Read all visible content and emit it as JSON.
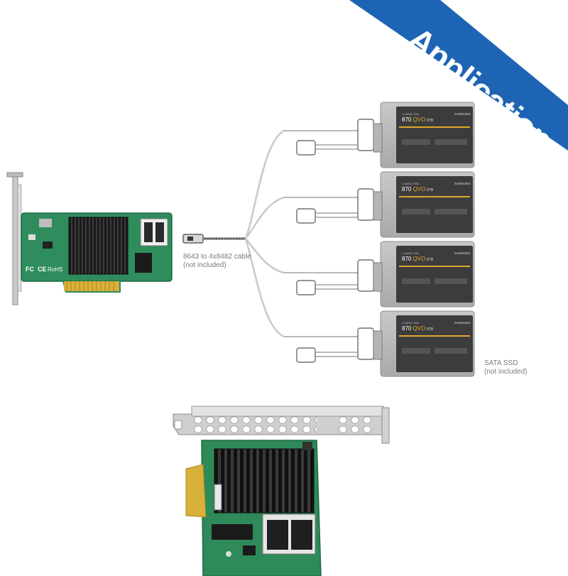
{
  "banner": {
    "label": "Application",
    "color": "#1e64b4"
  },
  "cable_caption": {
    "line1": "8643 to 4x8482 cable",
    "line2": "(not included)"
  },
  "ssd_caption": {
    "line1": "SATA SSD",
    "line2": "(not included)"
  },
  "ssd_label": {
    "series": "V-NAND SSD",
    "model_prefix": "870 ",
    "model_suffix": "QVO",
    "capacity": "8TB",
    "brand": "SAMSUNG"
  },
  "card_marks": {
    "fcc": "FC",
    "ce": "CE",
    "rohs": "RoHS"
  }
}
